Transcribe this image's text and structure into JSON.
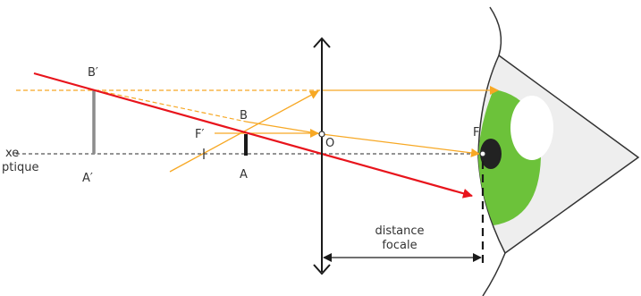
{
  "labels": {
    "axis_line1": "xe",
    "axis_line2": "ptique",
    "B_prime": "B′",
    "A_prime": "A′",
    "B": "B",
    "A": "A",
    "F_prime": "F′",
    "O": "O",
    "F": "F",
    "distance_line1": "distance",
    "distance_line2": "focale"
  },
  "colors": {
    "red_ray": "#e8141c",
    "orange_ray": "#f7a824",
    "axis": "#555555",
    "lens": "#1a1a1a",
    "virtual_image": "#8c8c8c",
    "object": "#1a1a1a",
    "sclera": "#eeeeee",
    "iris": "#6cc23a",
    "pupil": "#222222",
    "highlight": "#ffffff"
  }
}
